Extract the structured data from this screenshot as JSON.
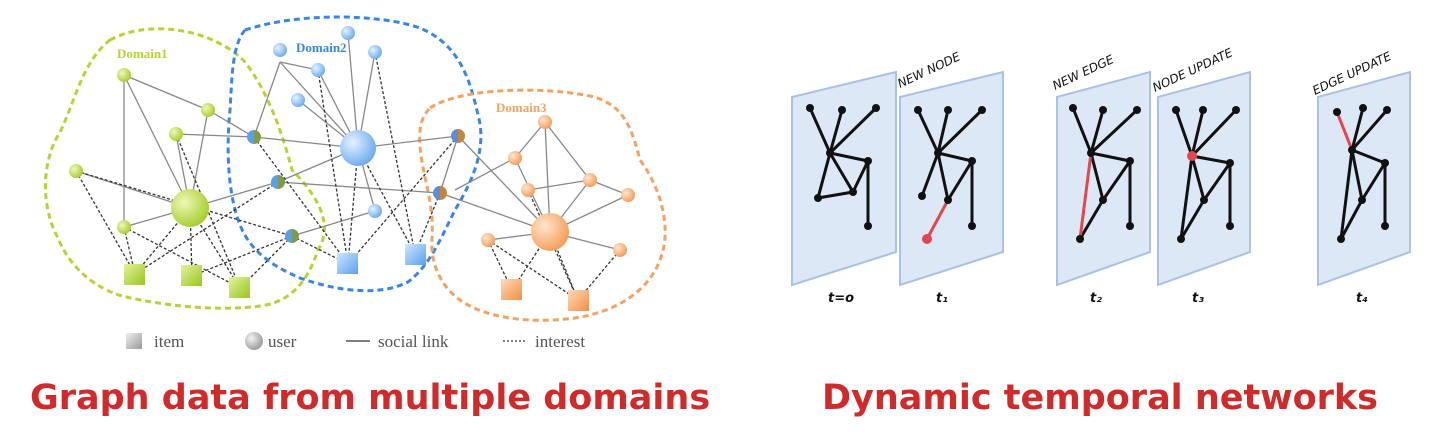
{
  "left_panel": {
    "domains": [
      {
        "label": "Domain1",
        "color": "#b5d334"
      },
      {
        "label": "Domain2",
        "color": "#3a86e8"
      },
      {
        "label": "Domain3",
        "color": "#f5a263"
      }
    ],
    "legend": [
      {
        "label": "item",
        "icon": "square-icon"
      },
      {
        "label": "user",
        "icon": "circle-icon"
      },
      {
        "label": "social link",
        "icon": "solid-line-icon"
      },
      {
        "label": "interest",
        "icon": "dotted-line-icon"
      }
    ],
    "caption": "Graph data from multiple domains"
  },
  "right_panel": {
    "frames": [
      {
        "annotation": "",
        "time_label": "t=o"
      },
      {
        "annotation": "NEW NODE",
        "time_label": "t₁"
      },
      {
        "annotation": "NEW EDGE",
        "time_label": "t₂"
      },
      {
        "annotation": "NODE UPDATE",
        "time_label": "t₃"
      },
      {
        "annotation": "EDGE UPDATE",
        "time_label": "t₄"
      }
    ],
    "caption": "Dynamic temporal networks"
  },
  "colors": {
    "caption": "#d02a2a",
    "highlight": "#e2474f",
    "frame_fill": "#dde8f7",
    "frame_edge": "#a9c1e3"
  }
}
